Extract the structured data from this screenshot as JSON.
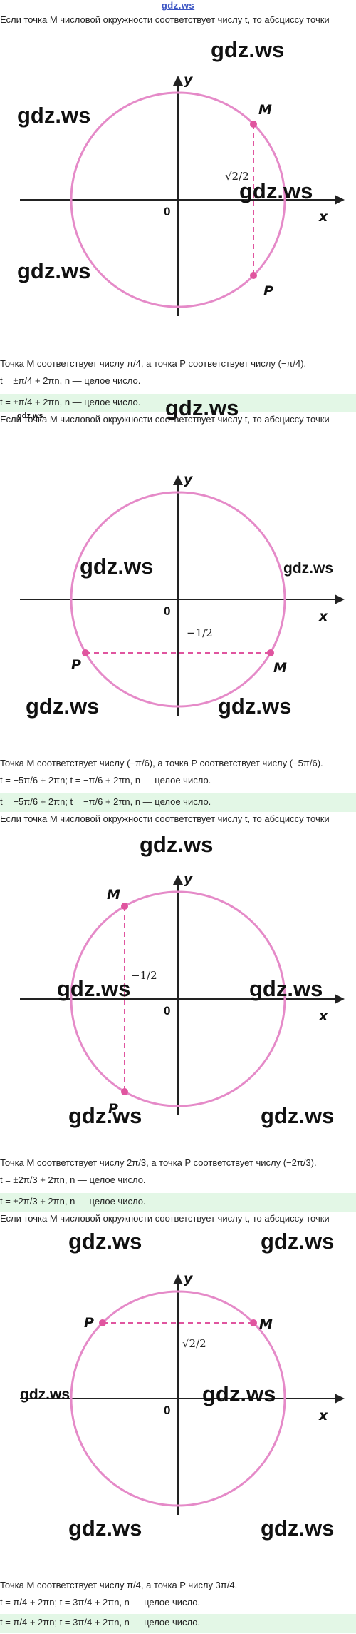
{
  "site_logo": "gdz.ws",
  "watermark": "gdz.ws",
  "intro_text": "Если точка M числовой окружности соответствует числу t, то абсциссу точки",
  "sections": [
    {
      "summary": "Точка M соответствует числу π/4, а точка P соответствует числу (−π/4).",
      "formula": "t = ±π/4 + 2πn, n — целое число.",
      "answer": "t = ±π/4 + 2πn, n — целое число.",
      "point_m": "M",
      "point_p": "P",
      "coord_label": "√2/2"
    },
    {
      "summary": "Точка M соответствует числу (−π/6), а точка P соответствует числу (−5π/6).",
      "formula": "t = −5π/6 + 2πn;  t = −π/6 + 2πn, n — целое число.",
      "answer": "t = −5π/6 + 2πn;  t = −π/6 + 2πn, n — целое число.",
      "point_m": "M",
      "point_p": "P",
      "coord_label": "−1/2"
    },
    {
      "summary": "Точка M соответствует числу 2π/3, а точка P соответствует числу (−2π/3).",
      "formula": "t = ±2π/3 + 2πn, n — целое число.",
      "answer": "t = ±2π/3 + 2πn, n — целое число.",
      "point_m": "M",
      "point_p": "P",
      "coord_label": "−1/2"
    },
    {
      "summary": "Точка M соответствует числу π/4, а точка P числу 3π/4.",
      "formula": "t = π/4 + 2πn;  t = 3π/4 + 2πn, n — целое число.",
      "answer": "t = π/4 + 2πn;  t = 3π/4 + 2πn, n — целое число.",
      "point_m": "M",
      "point_p": "P",
      "coord_label": "√2/2"
    }
  ],
  "axes": {
    "x": "x",
    "y": "y",
    "origin": "0"
  },
  "colors": {
    "circle": "#e58ac8",
    "dash": "#e0559f",
    "highlight": "#e3f7e6",
    "logo": "#3d56c4"
  }
}
